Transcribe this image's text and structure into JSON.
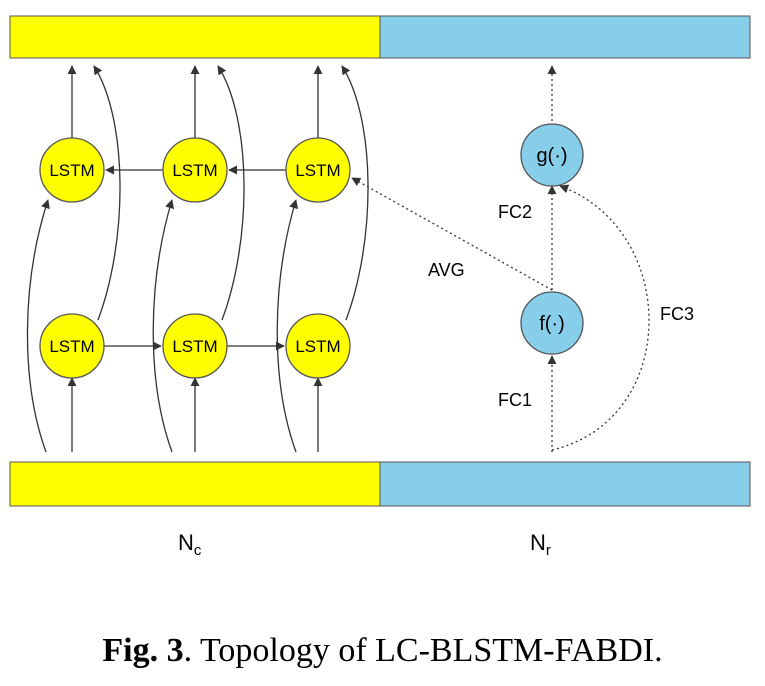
{
  "colors": {
    "context_segment": "#ffff00",
    "right_segment": "#87ceeb",
    "node_lstm": "#ffff00",
    "node_fc": "#87ceeb",
    "stroke": "#333333"
  },
  "nodes": {
    "lstm_label": "LSTM",
    "g_label": "g(·)",
    "f_label": "f(·)"
  },
  "edges": {
    "avg": "AVG",
    "fc1": "FC1",
    "fc2": "FC2",
    "fc3": "FC3"
  },
  "segments": {
    "context": {
      "symbol": "N",
      "subscript": "c"
    },
    "right": {
      "symbol": "N",
      "subscript": "r"
    }
  },
  "caption": {
    "label": "Fig. 3",
    "text": ". Topology of LC-BLSTM-FABDI."
  }
}
